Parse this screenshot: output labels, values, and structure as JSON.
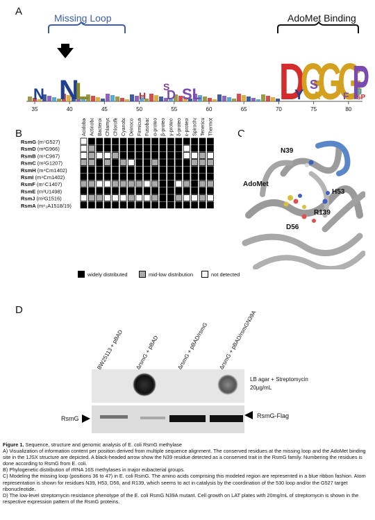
{
  "panelA": {
    "letter": "A",
    "missing_loop": "Missing Loop",
    "adomet_binding": "AdoMet Binding",
    "ticks": [
      "35",
      "40",
      "45",
      "50",
      "55",
      "60",
      "65",
      "70",
      "75",
      "80"
    ]
  },
  "panelB": {
    "letter": "B",
    "columns": [
      "Acidobacteria",
      "Actinobacteria",
      "Bacteroidetes",
      "Chlamydiae",
      "Chloroflexi",
      "Cyanobacteria",
      "Deinococci",
      "Firmicutes",
      "Fusobacteria",
      "α-proteobacteria",
      "β-proteobacteria",
      "γ-proteobacteria",
      "δ-proteobacteria",
      "ε-proteobacteria",
      "Spirochaetes",
      "Tenericutes",
      "Thermotogae"
    ],
    "rows": [
      {
        "name": "RsmG",
        "site": "(m⁷G527)",
        "cells": [
          1,
          0,
          0,
          0,
          0,
          0,
          0,
          0,
          0,
          0,
          0,
          0,
          0,
          0,
          0,
          0,
          0
        ]
      },
      {
        "name": "RsmD",
        "site": "(m²G966)",
        "cells": [
          1,
          2,
          0,
          0,
          0,
          0,
          0,
          0,
          0,
          0,
          0,
          0,
          0,
          1,
          0,
          0,
          0
        ]
      },
      {
        "name": "RsmB",
        "site": "(m⁵C967)",
        "cells": [
          1,
          2,
          1,
          1,
          2,
          0,
          0,
          0,
          0,
          0,
          0,
          0,
          0,
          1,
          1,
          2,
          1
        ]
      },
      {
        "name": "RsmC",
        "site": "(m²G1207)",
        "cells": [
          2,
          2,
          0,
          2,
          0,
          2,
          1,
          0,
          0,
          2,
          0,
          0,
          0,
          0,
          2,
          2,
          2
        ]
      },
      {
        "name": "RsmH",
        "site": "(m⁴Cm1402)",
        "cells": [
          0,
          0,
          0,
          0,
          0,
          0,
          0,
          0,
          0,
          0,
          0,
          0,
          0,
          0,
          0,
          0,
          0
        ]
      },
      {
        "name": "RsmI",
        "site": "(m⁴Cm1402)",
        "cells": [
          0,
          0,
          0,
          0,
          0,
          0,
          0,
          0,
          0,
          0,
          0,
          0,
          0,
          0,
          0,
          0,
          0
        ]
      },
      {
        "name": "RsmF",
        "site": "(m⁵C1407)",
        "cells": [
          2,
          2,
          1,
          1,
          2,
          2,
          2,
          2,
          1,
          2,
          0,
          0,
          1,
          2,
          0,
          2,
          2
        ]
      },
      {
        "name": "RsmE",
        "site": "(m³U1498)",
        "cells": [
          0,
          0,
          0,
          0,
          0,
          0,
          0,
          0,
          0,
          0,
          0,
          0,
          0,
          0,
          0,
          0,
          0
        ]
      },
      {
        "name": "RsmJ",
        "site": "(m²G1516)",
        "cells": [
          1,
          2,
          2,
          1,
          1,
          1,
          2,
          1,
          1,
          2,
          0,
          0,
          2,
          1,
          1,
          2,
          1
        ]
      },
      {
        "name": "RsmA",
        "site": "(m⁶₂A1518/19)",
        "cells": [
          0,
          0,
          0,
          0,
          0,
          0,
          0,
          0,
          0,
          0,
          0,
          0,
          0,
          0,
          0,
          0,
          0
        ]
      }
    ],
    "legend": {
      "black": "widely distributed",
      "grey": "mid-low distribution",
      "white": "not detected"
    }
  },
  "panelC": {
    "letter": "C",
    "labels": [
      "N39",
      "AdoMet",
      "H53",
      "R139",
      "D56"
    ]
  },
  "panelD": {
    "letter": "D",
    "strains": [
      "BW25113 + pBAD",
      "ΔrsmG + pBAD",
      "ΔrsmG + pBAD/rsmG",
      "ΔrsmG + pBAD/rsmGN39A"
    ],
    "plate_label_1": "LB agar + Streptomycin",
    "plate_label_2": "20µg/mL",
    "blot_left": "RsmG",
    "blot_right": "RsmG-Flag"
  },
  "caption": {
    "title": "Figure 1.",
    "title_rest": " Sequence, structure and genomic analysis of E. coli RsmG methylase",
    "a": "A) Visualization of information content per position derived from multiple sequence alignment. The conserved residues at the missing loop and the AdoMet binding site in the 1JSX structure are depicted. A black-headed arrow show the N39 residue detected as a conserved trait in the RsmG family. Numbering the residues is done according to RsmG from E. coli.",
    "b": "B) Phylogenetic distribution of rRNA 16S methylases in major eubacterial groups.",
    "c": "C) Modeling the missing loop (positions 36 to 47) in E. coli RsmG. The amino acids comprising this modeled region are represented in a blue ribbon fashion. Atom representation is shown for residues N39, H53, D56, and R139, which seems to act in catalysis by the coordination of the 530 loop and/or the G527 target ribonucleotide.",
    "d": "D) The low-level streptomycin resistance phenotype of the E. coli RsmG N39A mutant. Cell growth on LAT plates with 20mg/mL of streptomycin is shown in the respective expression pattern of the RsmG proteins."
  }
}
